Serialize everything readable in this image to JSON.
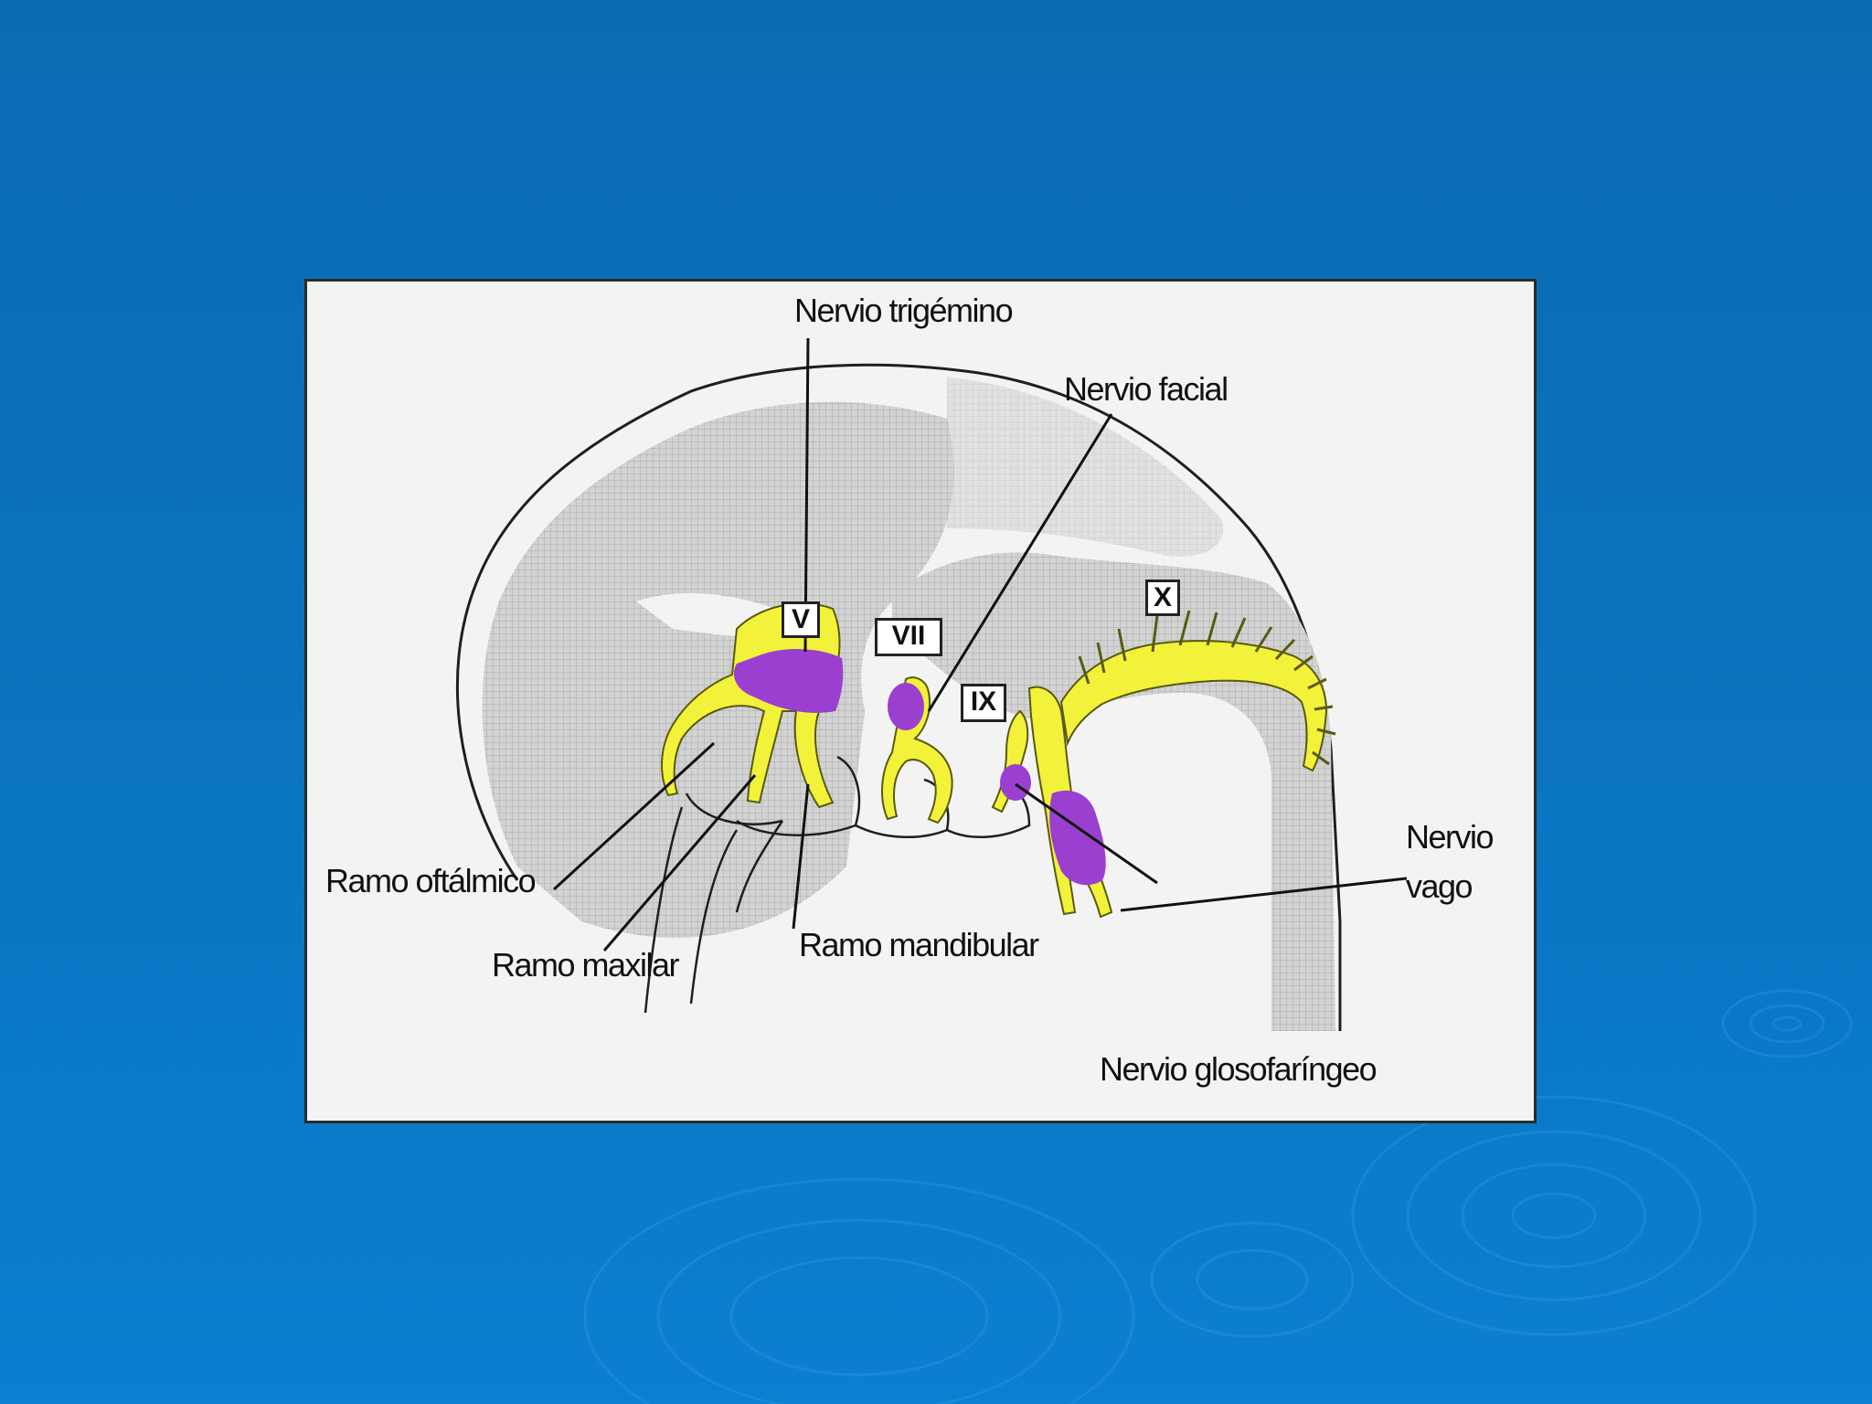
{
  "labels": {
    "trigemino": "Nervio trigémino",
    "facial": "Nervio facial",
    "oftalmico": "Ramo oftálmico",
    "maxilar": "Ramo maxilar",
    "mandibular": "Ramo mandibular",
    "vago_1": "Nervio",
    "vago_2": "vago",
    "glosofaringeo": "Nervio glosofaríngeo"
  },
  "numerals": {
    "v": "V",
    "vii": "VII",
    "ix": "IX",
    "x": "X"
  },
  "colors": {
    "background": "#0a72bd",
    "nerve": "#f2f23a",
    "ganglion": "#9a3fd0",
    "tissue": "#c9c9c9"
  }
}
